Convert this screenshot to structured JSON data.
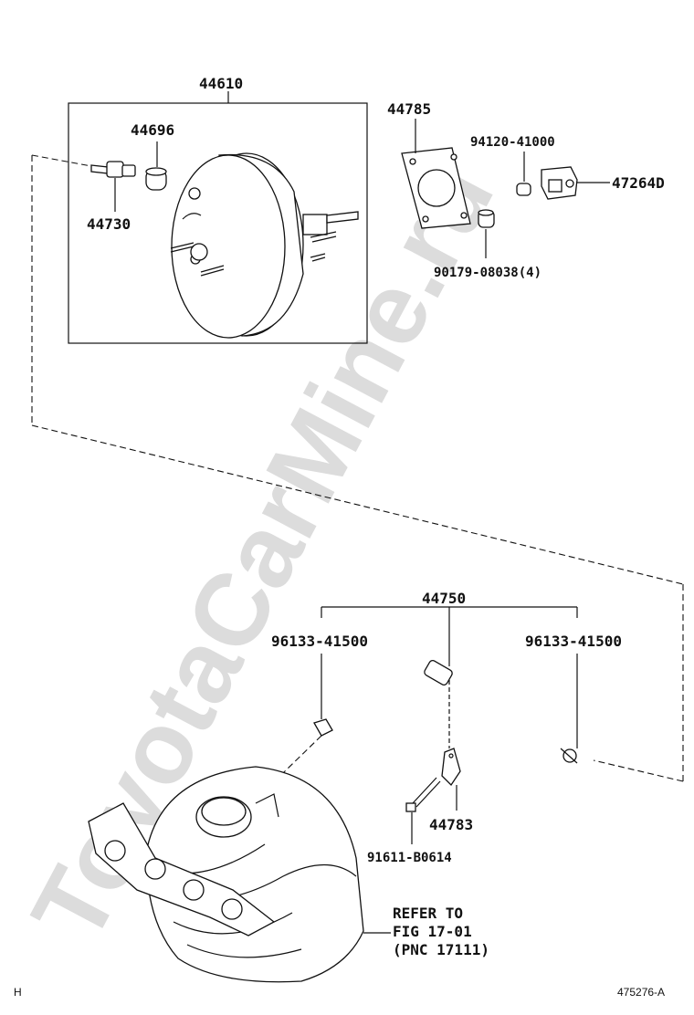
{
  "watermark": "ToyotaCarMine.ru",
  "assemblies": {
    "booster": {
      "number": "44610"
    },
    "hose_assembly": {
      "number": "44750"
    }
  },
  "parts": {
    "check_valve_grommet": "44696",
    "check_valve": "44730",
    "gasket": "44785",
    "nut": "94120-41000",
    "bracket": "47264D",
    "booster_nut": "90179-08038(4)",
    "clip_left": "96133-41500",
    "clip_right": "96133-41500",
    "hose_clamp": "44783",
    "bolt": "91611-B0614"
  },
  "reference": {
    "line1": "REFER TO",
    "line2": "FIG 17-01",
    "line3": "(PNC 17111)"
  },
  "footer": {
    "left_mark": "H",
    "diagram_id": "475276-A"
  }
}
